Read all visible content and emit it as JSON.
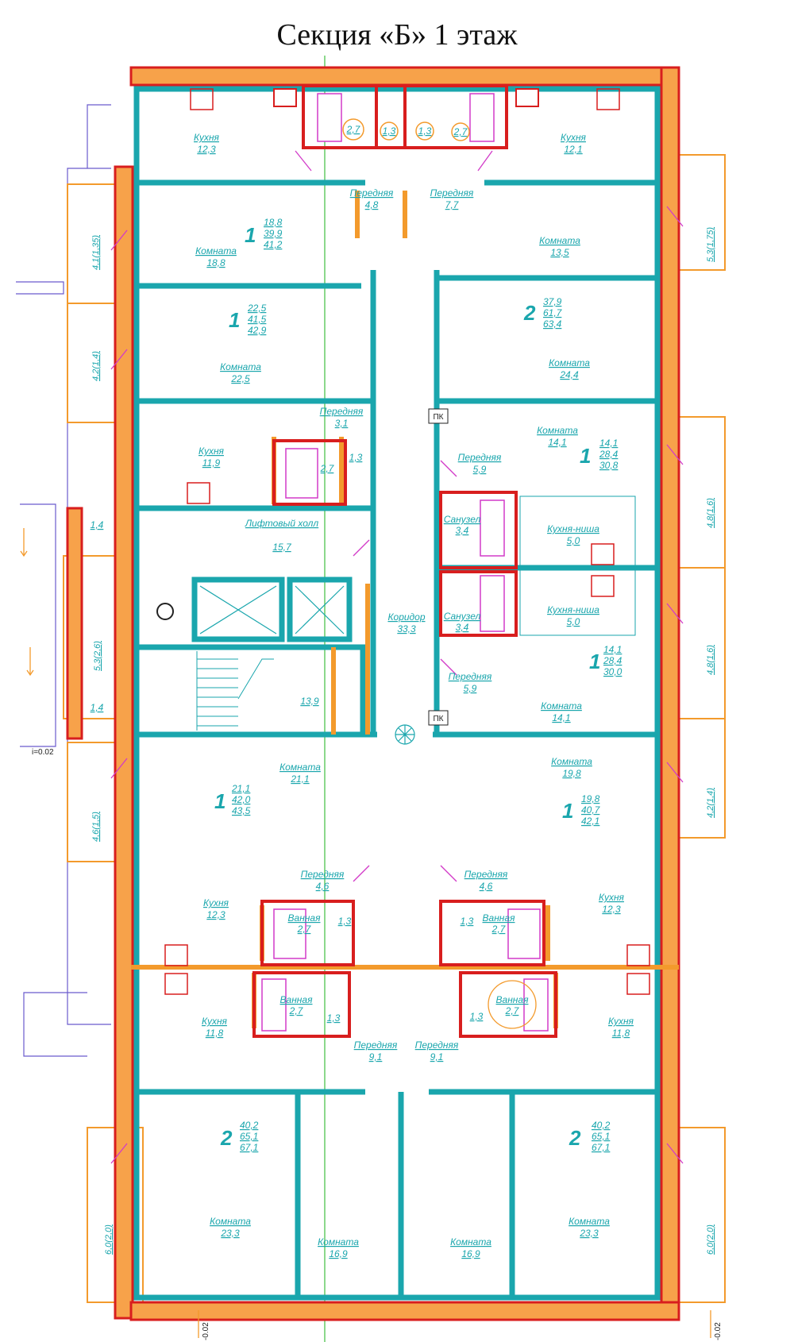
{
  "title": "Секция «Б» 1 этаж",
  "colors": {
    "wall_outer": "#d81e1e",
    "wall_fill": "#f7a24a",
    "wall_inner": "#1aa6ad",
    "partition": "#f39a2c",
    "door": "#d23ac8",
    "axis": "#3fbf3f"
  },
  "rooms": {
    "kitchen_tl": {
      "label": "Кухня",
      "area": "12,3"
    },
    "kitchen_tr": {
      "label": "Кухня",
      "area": "12,1"
    },
    "hall_top_l": {
      "label": "Передняя",
      "area": "4,8"
    },
    "hall_top_r": {
      "label": "Передняя",
      "area": "7,7"
    },
    "room_l1": {
      "label": "Комната",
      "area": "18,8"
    },
    "room_r1": {
      "label": "Комната",
      "area": "13,5"
    },
    "room_l2": {
      "label": "Комната",
      "area": "22,5"
    },
    "room_r2": {
      "label": "Комната",
      "area": "24,4"
    },
    "hall_l3": {
      "label": "Передняя",
      "area": "3,1"
    },
    "kitchen_l3": {
      "label": "Кухня",
      "area": "11,9"
    },
    "room_r3": {
      "label": "Комната",
      "area": "14,1"
    },
    "hall_r3": {
      "label": "Передняя",
      "area": "5,9"
    },
    "bath_r3": {
      "label": "Санузел",
      "area": "3,4"
    },
    "niche_r3": {
      "label": "Кухня-ниша",
      "area": "5,0"
    },
    "lift_hall": {
      "label": "Лифтовый холл",
      "area": "15,7"
    },
    "corridor": {
      "label": "Коридор",
      "area": "33,3"
    },
    "bath_r4": {
      "label": "Санузел",
      "area": "3,4"
    },
    "niche_r4": {
      "label": "Кухня-ниша",
      "area": "5,0"
    },
    "hall_r4": {
      "label": "Передняя",
      "area": "5,9"
    },
    "room_r4": {
      "label": "Комната",
      "area": "14,1"
    },
    "stair": {
      "area": "13,9"
    },
    "room_l5": {
      "label": "Комната",
      "area": "21,1"
    },
    "room_r5": {
      "label": "Комната",
      "area": "19,8"
    },
    "hall_l6": {
      "label": "Передняя",
      "area": "4,6"
    },
    "hall_r6": {
      "label": "Передняя",
      "area": "4,6"
    },
    "kitchen_l6": {
      "label": "Кухня",
      "area": "12,3"
    },
    "kitchen_r6": {
      "label": "Кухня",
      "area": "12,3"
    },
    "bath_l6": {
      "label": "Ванная",
      "area": "2,7"
    },
    "bath_r6": {
      "label": "Ванная",
      "area": "2,7"
    },
    "kitchen_l7": {
      "label": "Кухня",
      "area": "11,8"
    },
    "kitchen_r7": {
      "label": "Кухня",
      "area": "11,8"
    },
    "bath_l7": {
      "label": "Ванная",
      "area": "2,7"
    },
    "bath_r7": {
      "label": "Ванная",
      "area": "2,7"
    },
    "hall_l7": {
      "label": "Передняя",
      "area": "9,1"
    },
    "hall_r7": {
      "label": "Передняя",
      "area": "9,1"
    },
    "room_l8": {
      "label": "Комната",
      "area": "23,3"
    },
    "room_m8l": {
      "label": "Комната",
      "area": "16,9"
    },
    "room_m8r": {
      "label": "Комната",
      "area": "16,9"
    },
    "room_r8": {
      "label": "Комната",
      "area": "23,3"
    }
  },
  "small_areas": {
    "top_bath_l": "2,7",
    "top_wc_l": "1,3",
    "top_wc_r": "1,3",
    "top_bath_r": "2,7",
    "l3_bath": "2,7",
    "l3_wc": "1,3",
    "lift_vest_top": "1,4",
    "lift_vest_bot": "1,4",
    "l6_wc": "1,3",
    "r6_wc": "1,3",
    "l7_wc": "1,3",
    "r7_wc": "1,3"
  },
  "apartments": [
    {
      "rooms": "1",
      "a": "18,8",
      "b": "39,9",
      "c": "41,2"
    },
    {
      "rooms": "1",
      "a": "22,5",
      "b": "41,5",
      "c": "42,9"
    },
    {
      "rooms": "2",
      "a": "37,9",
      "b": "61,7",
      "c": "63,4"
    },
    {
      "rooms": "1",
      "a": "14,1",
      "b": "28,4",
      "c": "30,8"
    },
    {
      "rooms": "1",
      "a": "14,1",
      "b": "28,4",
      "c": "30,0"
    },
    {
      "rooms": "1",
      "a": "21,1",
      "b": "42,0",
      "c": "43,5"
    },
    {
      "rooms": "1",
      "a": "19,8",
      "b": "40,7",
      "c": "42,1"
    },
    {
      "rooms": "2",
      "a": "40,2",
      "b": "65,1",
      "c": "67,1"
    },
    {
      "rooms": "2",
      "a": "40,2",
      "b": "65,1",
      "c": "67,1"
    }
  ],
  "balconies": {
    "l1": "4,1(1,35)",
    "l2": "4,2(1,4)",
    "l3": "5,3(2,6)",
    "l4": "4,6(1,5)",
    "l5": "6,0(2,0)",
    "r1": "5,3(1,75)",
    "r2": "4,8(1,6)",
    "r3": "4,8(1,6)",
    "r4": "4,2(1,4)",
    "r5": "6,0(2,0)"
  },
  "marks": {
    "pk_top": "ПК",
    "pk_bot": "ПК",
    "slope": "i=0.02",
    "level_bl": "-0.02",
    "level_br": "-0.02"
  }
}
